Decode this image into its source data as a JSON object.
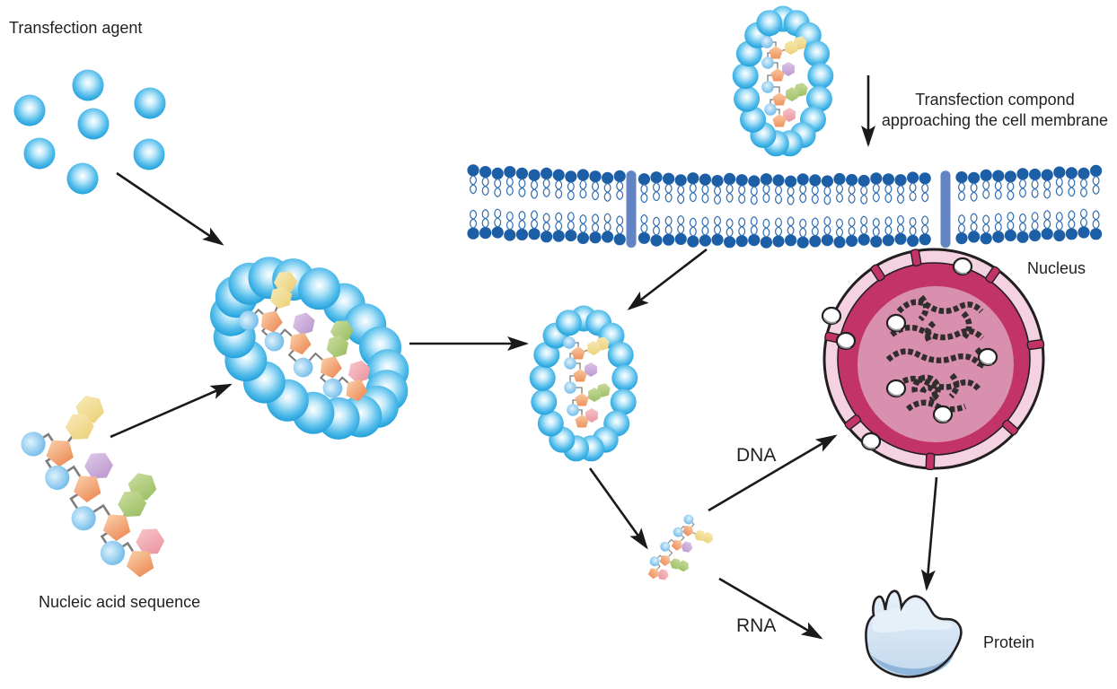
{
  "title": "Transfection mechanism diagram",
  "labels": {
    "transfection_agent": "Transfection agent",
    "nucleic_acid_sequence": "Nucleic acid sequence",
    "approaching_line1": "Transfection compond",
    "approaching_line2": "approaching the cell membrane",
    "nucleus": "Nucleus",
    "dna": "DNA",
    "rna": "RNA",
    "protein": "Protein"
  },
  "colors": {
    "sphere_core": "#FFFFFF",
    "sphere_mid": "#53BCEA",
    "sphere_edge": "#1599D6",
    "membrane_head": "#1D5FA7",
    "membrane_tail": "#2E6CB3",
    "membrane_channel": "#6283C4",
    "na_phosphate_light": "#DFF2FC",
    "na_phosphate": "#64B5E8",
    "na_sugar_light": "#F9CBA4",
    "na_sugar": "#EE9260",
    "base_yellow_light": "#F6E7B0",
    "base_yellow": "#EDD27E",
    "base_purple_light": "#DCC3E6",
    "base_purple": "#BC9AD0",
    "base_green_light": "#C6DA9A",
    "base_green": "#9DC065",
    "base_pink_light": "#F7C1C6",
    "base_pink": "#EB97A2",
    "nucleus_envelope": "#F4D2E2",
    "nucleus_ring": "#C23367",
    "nucleus_inner": "#D990AF",
    "chromatin": "#322D2D",
    "protein_light": "#E6F0F9",
    "protein_mid": "#C3D9EE",
    "protein_dark": "#8FB6DA",
    "outline": "#231F20",
    "arrow": "#1A1A1A",
    "text": "#231F20",
    "background": "#FFFFFF"
  }
}
